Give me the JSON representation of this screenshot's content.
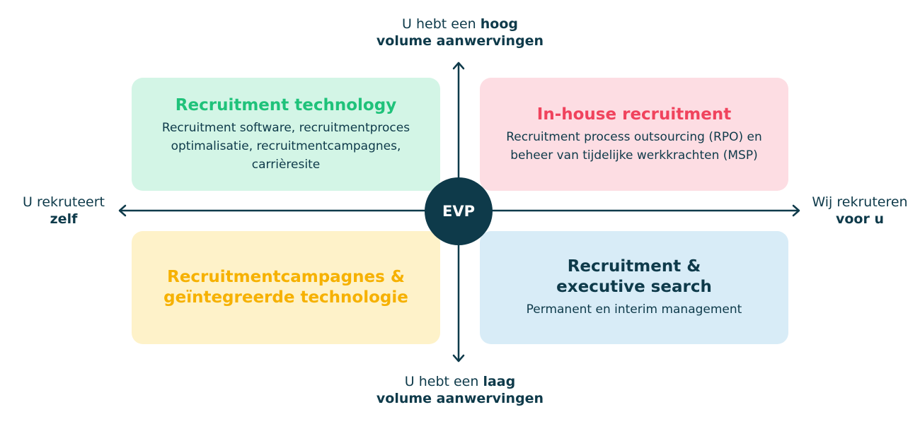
{
  "axes": {
    "top": {
      "normal": "U hebt een ",
      "bold": "hoog",
      "line2": "volume aanwervingen"
    },
    "bottom": {
      "normal": "U hebt een ",
      "bold": "laag",
      "line2": "volume aanwervingen"
    },
    "left": {
      "line1": "U rekruteert",
      "line2": "zelf"
    },
    "right": {
      "line1": "Wij rekruteren",
      "line2": "voor u"
    }
  },
  "center": {
    "label": "EVP"
  },
  "quadrants": {
    "top_left": {
      "title": "Recruitment technology",
      "description": "Recruitment software, recruitmentproces optimalisatie, recruitmentcampagnes, carrièresite"
    },
    "top_right": {
      "title": "In-house recruitment",
      "description": "Recruitment process outsourcing (RPO) en beheer van tijdelijke werkkrachten (MSP)"
    },
    "bottom_left": {
      "title_line1": "Recruitmentcampagnes &",
      "title_line2": "geïntegreerde technologie"
    },
    "bottom_right": {
      "title_line1": "Recruitment &",
      "title_line2": "executive search",
      "description": "Permanent en interim management"
    }
  },
  "colors": {
    "navy": "#0e3a4a",
    "green": "#1fc27a",
    "pink": "#f0435d",
    "yellow": "#f6b100",
    "green_bg": "#d3f5e6",
    "pink_bg": "#fddde3",
    "yellow_bg": "#fef2c9",
    "blue_bg": "#d8ecf7"
  }
}
